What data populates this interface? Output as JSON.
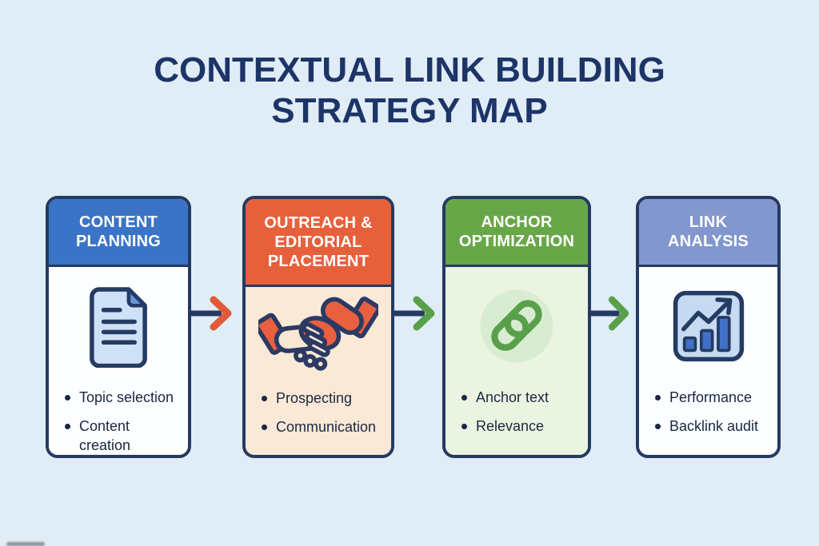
{
  "title": "CONTEXTUAL LINK BUILDING\nSTRATEGY MAP",
  "cards": [
    {
      "title": "CONTENT\nPLANNING",
      "icon": "document-icon",
      "bullets": [
        "Topic selection",
        "Content creation"
      ],
      "header_color": "#3b74c7",
      "body_color": "#fdfeff"
    },
    {
      "title": "OUTREACH &\nEDITORIAL\nPLACEMENT",
      "icon": "handshake-icon",
      "bullets": [
        "Prospecting",
        "Communication"
      ],
      "header_color": "#e7603c",
      "body_color": "#fae9d7"
    },
    {
      "title": "ANCHOR\nOPTIMIZATION",
      "icon": "link-icon",
      "bullets": [
        "Anchor text",
        "Relevance"
      ],
      "header_color": "#68a748",
      "body_color": "#eaf4e1"
    },
    {
      "title": "LINK\nANALYSIS",
      "icon": "chart-icon",
      "bullets": [
        "Performance",
        "Backlink audit"
      ],
      "header_color": "#8197ce",
      "body_color": "#fbfdff"
    }
  ],
  "arrows": [
    {
      "direction": "right",
      "color": "#e05a38"
    },
    {
      "direction": "right",
      "color": "#5aa04b"
    },
    {
      "direction": "right",
      "color": "#5aa04b"
    }
  ],
  "colors": {
    "background": "#e0edf7",
    "outline_navy": "#243a61",
    "title_text": "#1d3467",
    "bullet_text": "#1a2742"
  }
}
